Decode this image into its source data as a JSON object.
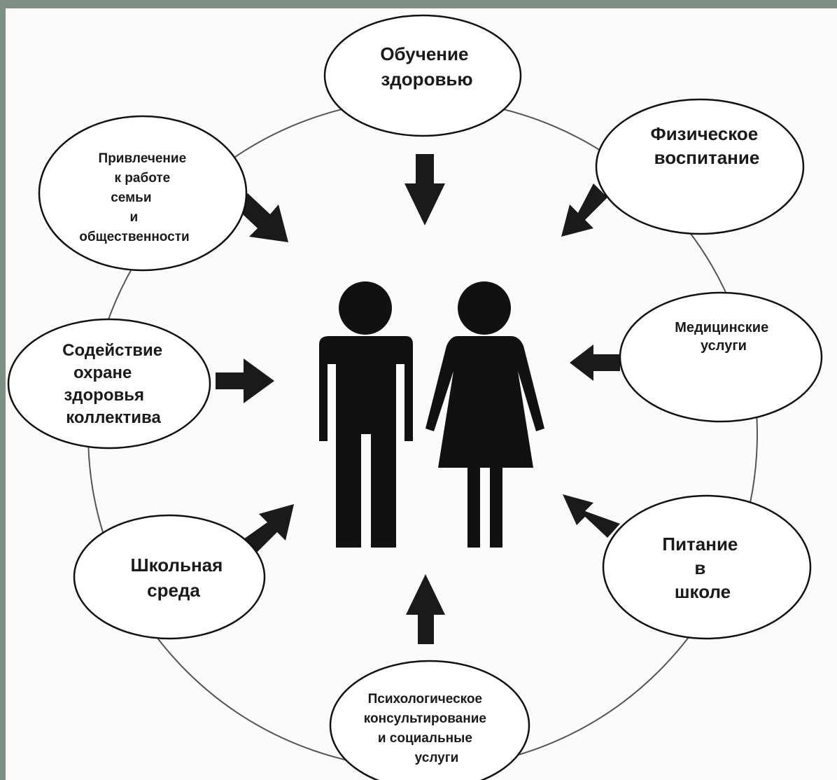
{
  "nodes": {
    "health_education": [
      "Обучение",
      "здоровью"
    ],
    "physical_education": [
      "Физическое",
      "воспитание"
    ],
    "medical_services": [
      "Медицинские",
      "услуги"
    ],
    "school_nutrition": [
      "Питание",
      "в",
      "школе"
    ],
    "psych_counseling": [
      "Психологическое",
      "консультирование",
      "и социальные",
      "услуги"
    ],
    "school_environment": [
      "Школьная",
      "среда"
    ],
    "staff_health": [
      "Содействие",
      "охране",
      "здоровья",
      "коллектива"
    ],
    "family_involvement": [
      "Привлечение",
      "к работе",
      "семьи",
      "и",
      "общественности"
    ]
  },
  "icons": {
    "center": [
      "male-figure-icon",
      "female-figure-icon"
    ]
  },
  "colors": {
    "frame": "#7f8f86",
    "background": "#fbfbfb",
    "ink": "#1a1a1a"
  }
}
